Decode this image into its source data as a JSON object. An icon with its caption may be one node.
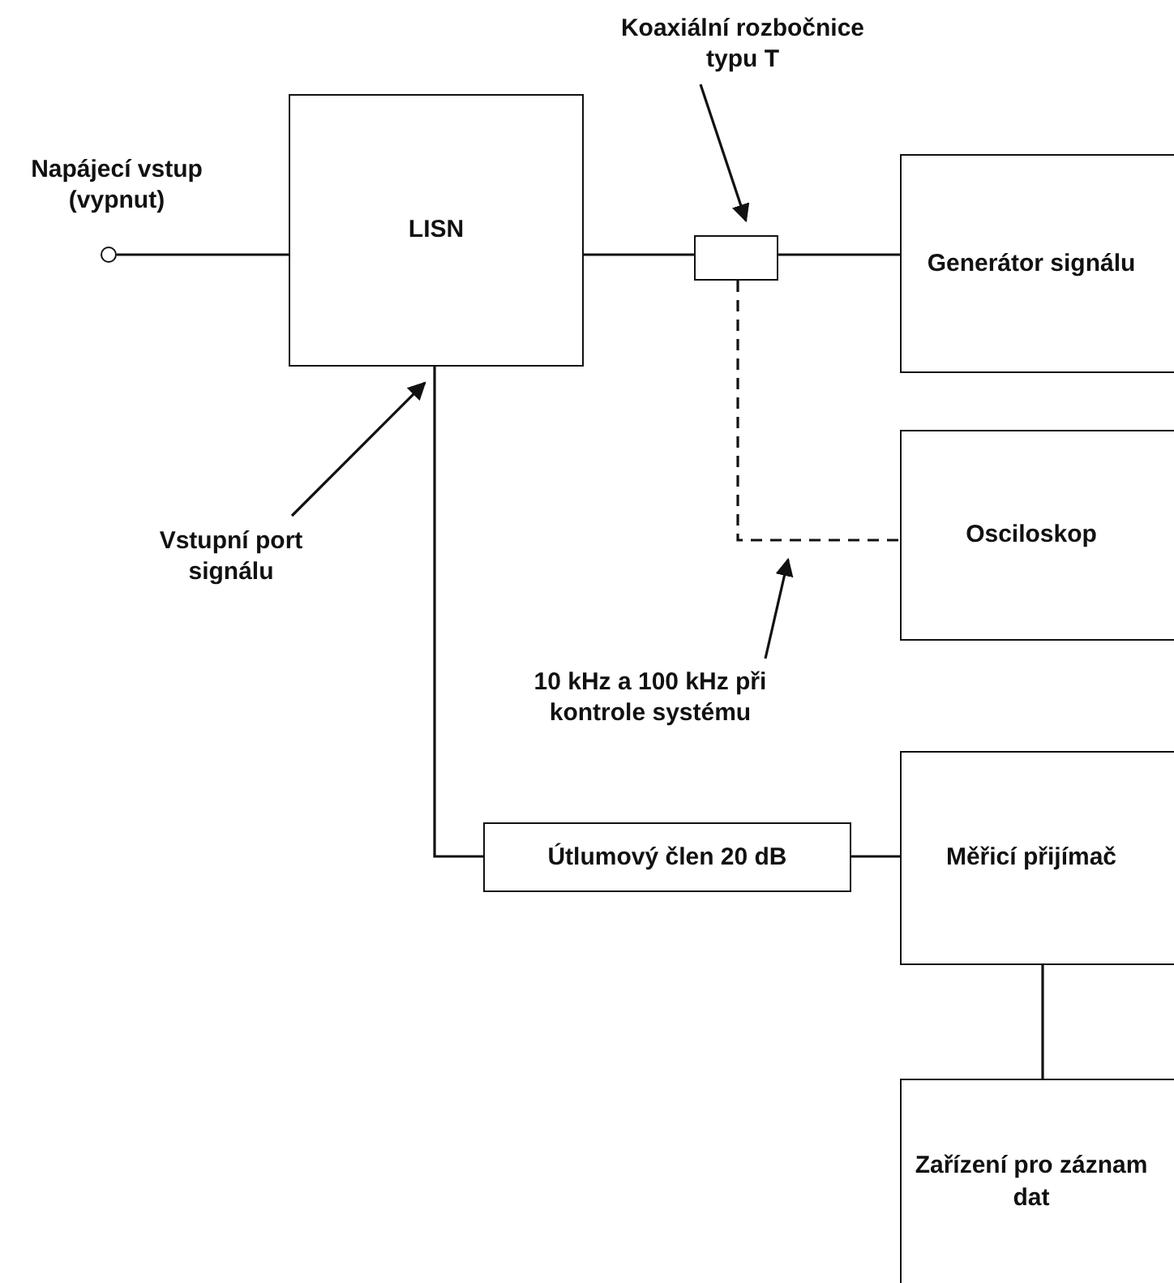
{
  "diagram": {
    "nodes": [
      {
        "text": [],
        "shape": "circle",
        "beside": [
          "Napájecí vstup (vypnut)"
        ]
      },
      {
        "text": [
          "LISN"
        ]
      },
      {
        "text": [],
        "shape": "box"
      },
      {
        "text": [
          "Koaxiální rozbočnice typu T"
        ]
      },
      {
        "text": [
          "Generátor signálu"
        ]
      },
      {
        "text": [
          "Osciloskop"
        ]
      },
      {
        "text": [
          "Vstupní port signálu"
        ]
      },
      {
        "text": [
          "10 kHz a 100 kHz při kontrole systému"
        ]
      },
      {
        "text": [
          "Útlumový člen 20 dB"
        ]
      },
      {
        "text": [
          "Měřicí přijímač"
        ]
      },
      {
        "text": [
          "Zařízení pro záznam dat"
        ]
      }
    ],
    "edges": [
      {
        "from": 0,
        "to": 1,
        "arrow": "none"
      },
      {
        "from": 1,
        "to": 2,
        "arrow": "none"
      },
      {
        "from": 2,
        "to": 4,
        "arrow": "none"
      },
      {
        "from": 2,
        "to": 5,
        "arrow": "none",
        "style": "dashed"
      },
      {
        "from": 1,
        "to": 8,
        "arrow": "none"
      },
      {
        "from": 8,
        "to": 9,
        "arrow": "none"
      },
      {
        "from": 9,
        "to": 10,
        "arrow": "none"
      },
      {
        "from": 3,
        "to": 2,
        "arrow": "to"
      },
      {
        "from": 6,
        "to": 1,
        "arrow": "to"
      },
      {
        "from": 7,
        "to": null,
        "arrow": "to"
      }
    ]
  }
}
